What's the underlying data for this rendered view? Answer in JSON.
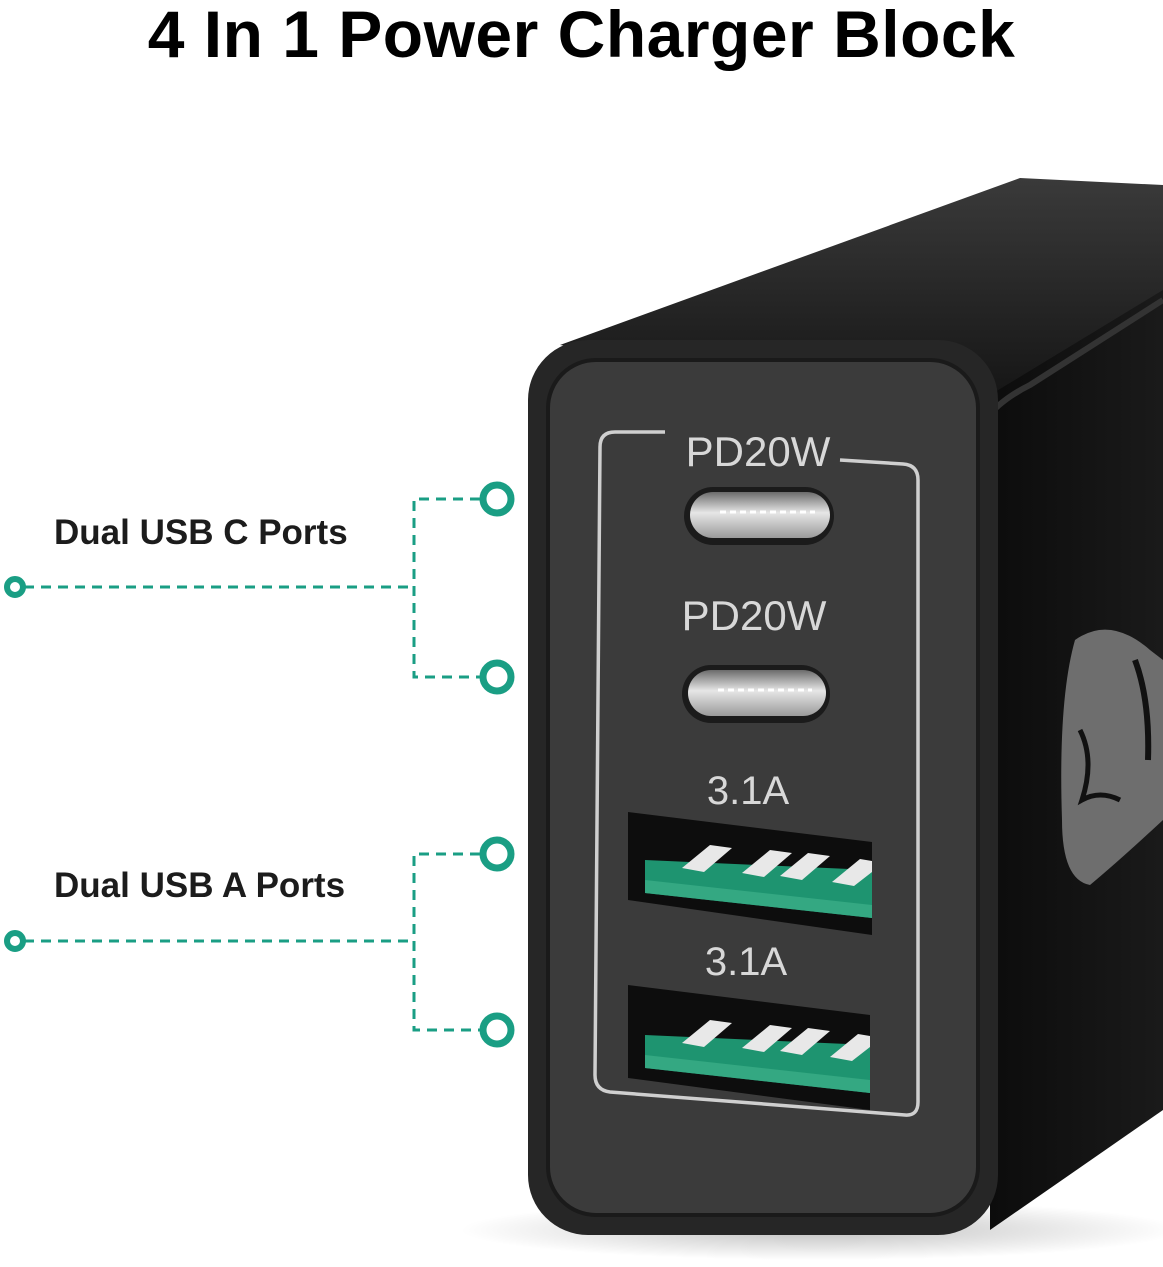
{
  "title": "4 In 1 Power Charger Block",
  "callouts": [
    {
      "label": "Dual USB C Ports",
      "ports": [
        "usb-c-top",
        "usb-c-bottom"
      ]
    },
    {
      "label": "Dual USB A Ports",
      "ports": [
        "usb-a-top",
        "usb-a-bottom"
      ]
    }
  ],
  "ports": {
    "usb_c_top_label": "PD20W",
    "usb_c_bottom_label": "PD20W",
    "usb_a_top_label": "3.1A",
    "usb_a_bottom_label": "3.1A"
  },
  "colors": {
    "accent": "#1a9e84",
    "charger_body": "#111111",
    "charger_face": "#3a3a3a",
    "usb_a_insert": "#1f8f6a",
    "text_dark": "#1c1c1c"
  }
}
